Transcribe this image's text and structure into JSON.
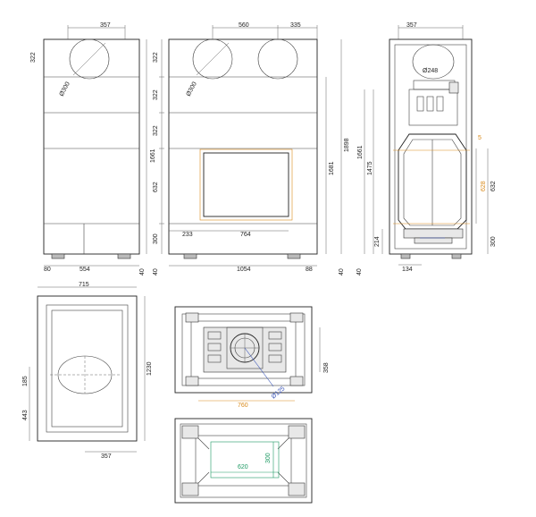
{
  "front_left": {
    "width_top": "357",
    "diameter": "Ø300",
    "rows": [
      "322",
      "322",
      "322",
      "632",
      "300"
    ],
    "height_total": "1661",
    "base": "40",
    "offset_left": "80",
    "width_bottom": "554"
  },
  "front_main": {
    "width_top_a": "560",
    "width_top_b": "335",
    "diameter": "Ø300",
    "rows": [
      "322",
      "322",
      "322",
      "632",
      "300"
    ],
    "height_inner": "1681",
    "height_total": "1898",
    "glass_left": "233",
    "glass_width": "764",
    "width_total": "1054",
    "offset_right": "88",
    "base_left": "40",
    "base_right": "40"
  },
  "section": {
    "width_top": "357",
    "diameter": "Ø248",
    "height_a": "1661",
    "height_b": "1475",
    "height_orange": "628",
    "height_632": "632",
    "height_300": "300",
    "height_214": "214",
    "base": "40",
    "bottom_offset": "134",
    "small_mark": "5"
  },
  "plan_top": {
    "width": "715",
    "depth": "1230",
    "dim_185": "185",
    "dim_443": "443",
    "offset_bottom": "357"
  },
  "plan_insert": {
    "depth": "358",
    "diameter": "Ø125",
    "width_orange": "760"
  },
  "plan_base": {
    "width_green": "620",
    "depth_green": "300"
  }
}
